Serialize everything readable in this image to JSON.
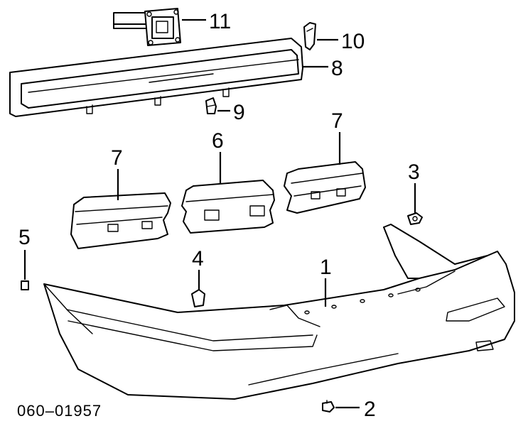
{
  "callouts": {
    "c1": "1",
    "c2": "2",
    "c3": "3",
    "c4": "4",
    "c5": "5",
    "c6": "6",
    "c7a": "7",
    "c7b": "7",
    "c8": "8",
    "c9": "9",
    "c10": "10",
    "c11": "11"
  },
  "reference_code": "060–01957"
}
